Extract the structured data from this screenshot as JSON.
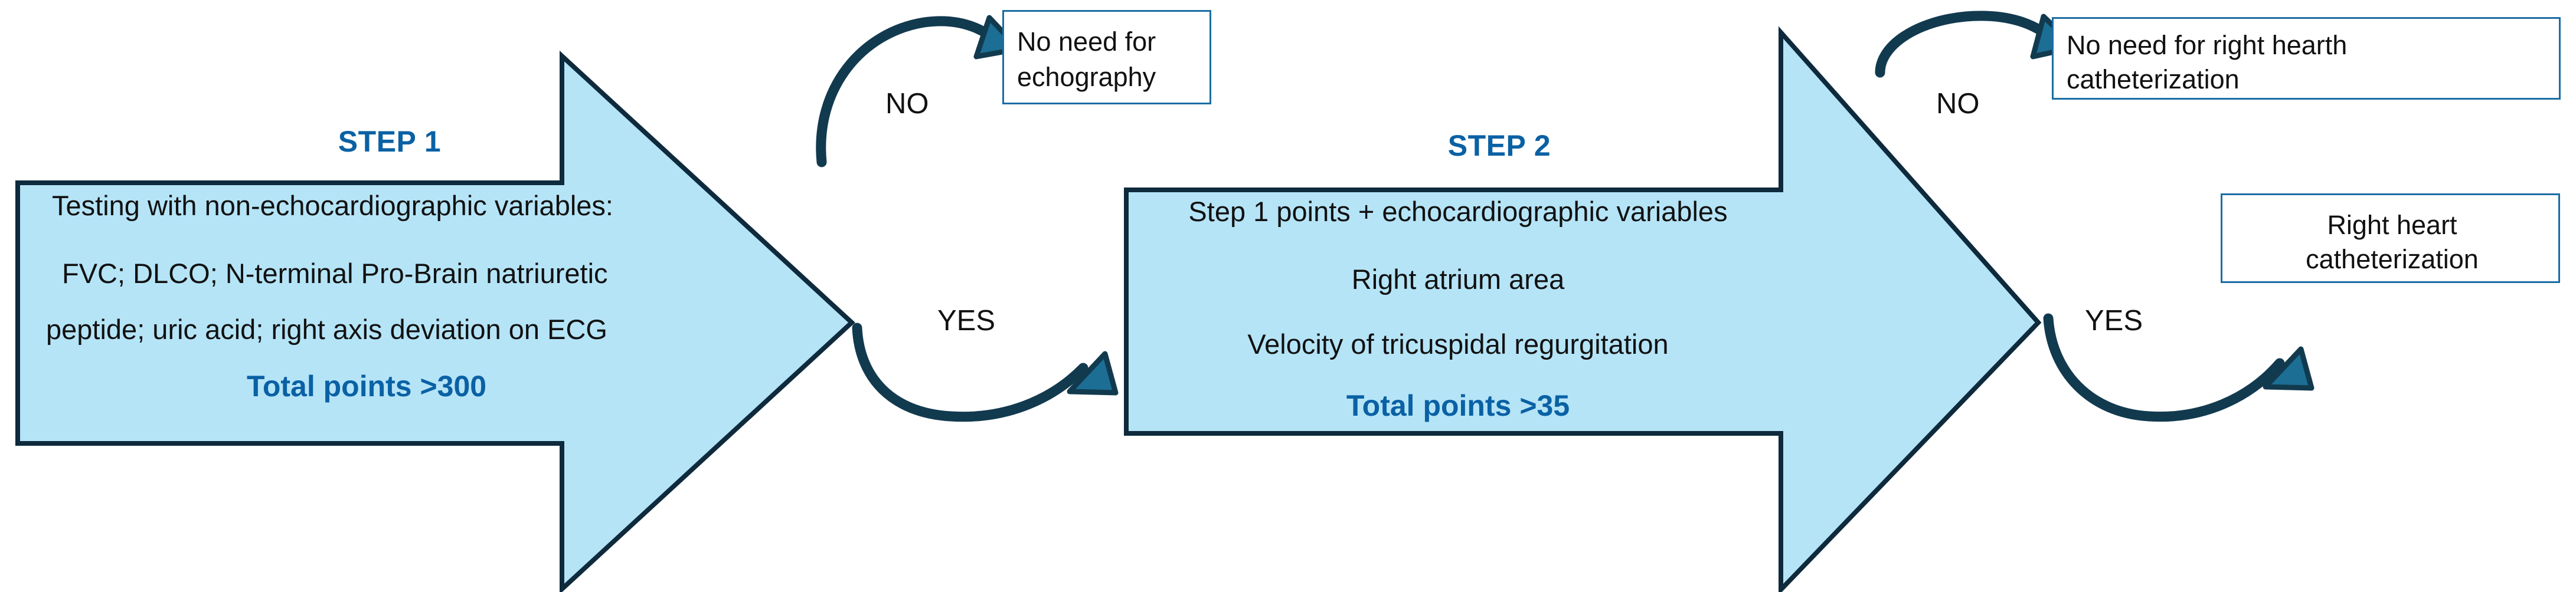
{
  "diagram": {
    "title_hidden": "",
    "colors": {
      "arrow_fill": "#B5E4F7",
      "arrow_stroke": "#0E2A3C",
      "accent_blue": "#0A61A4",
      "box_border": "#1B6DA3",
      "curve_arrow": "#123A4F",
      "curve_arrow_head": "#1C6E94",
      "text": "#111111",
      "background": "#FFFFFF"
    },
    "steps": [
      {
        "label": "STEP 1",
        "lines": [
          "Testing with non-echocardiographic variables:",
          "FVC; DLCO; N-terminal Pro-Brain natriuretic",
          "peptide; uric acid; right axis deviation on ECG"
        ],
        "total": "Total points >300"
      },
      {
        "label": "STEP 2",
        "lines": [
          "Step 1 points + echocardiographic variables",
          "Right atrium area",
          "Velocity of tricuspidal regurgitation"
        ],
        "total": "Total points >35"
      }
    ],
    "branches": [
      {
        "name": "step1-no",
        "label": "NO"
      },
      {
        "name": "step1-yes",
        "label": "YES"
      },
      {
        "name": "step2-no",
        "label": "NO"
      },
      {
        "name": "step2-yes",
        "label": "YES"
      }
    ],
    "outcome_boxes": [
      {
        "name": "no-need-echography",
        "lines": [
          "No need for",
          "echography"
        ],
        "align": "left"
      },
      {
        "name": "no-need-right-hearth-catheterization",
        "lines": [
          "No need for right hearth",
          "catheterization"
        ],
        "align": "left"
      },
      {
        "name": "right-heart-catheterization",
        "lines": [
          "Right heart",
          "catheterization"
        ],
        "align": "center"
      }
    ]
  }
}
